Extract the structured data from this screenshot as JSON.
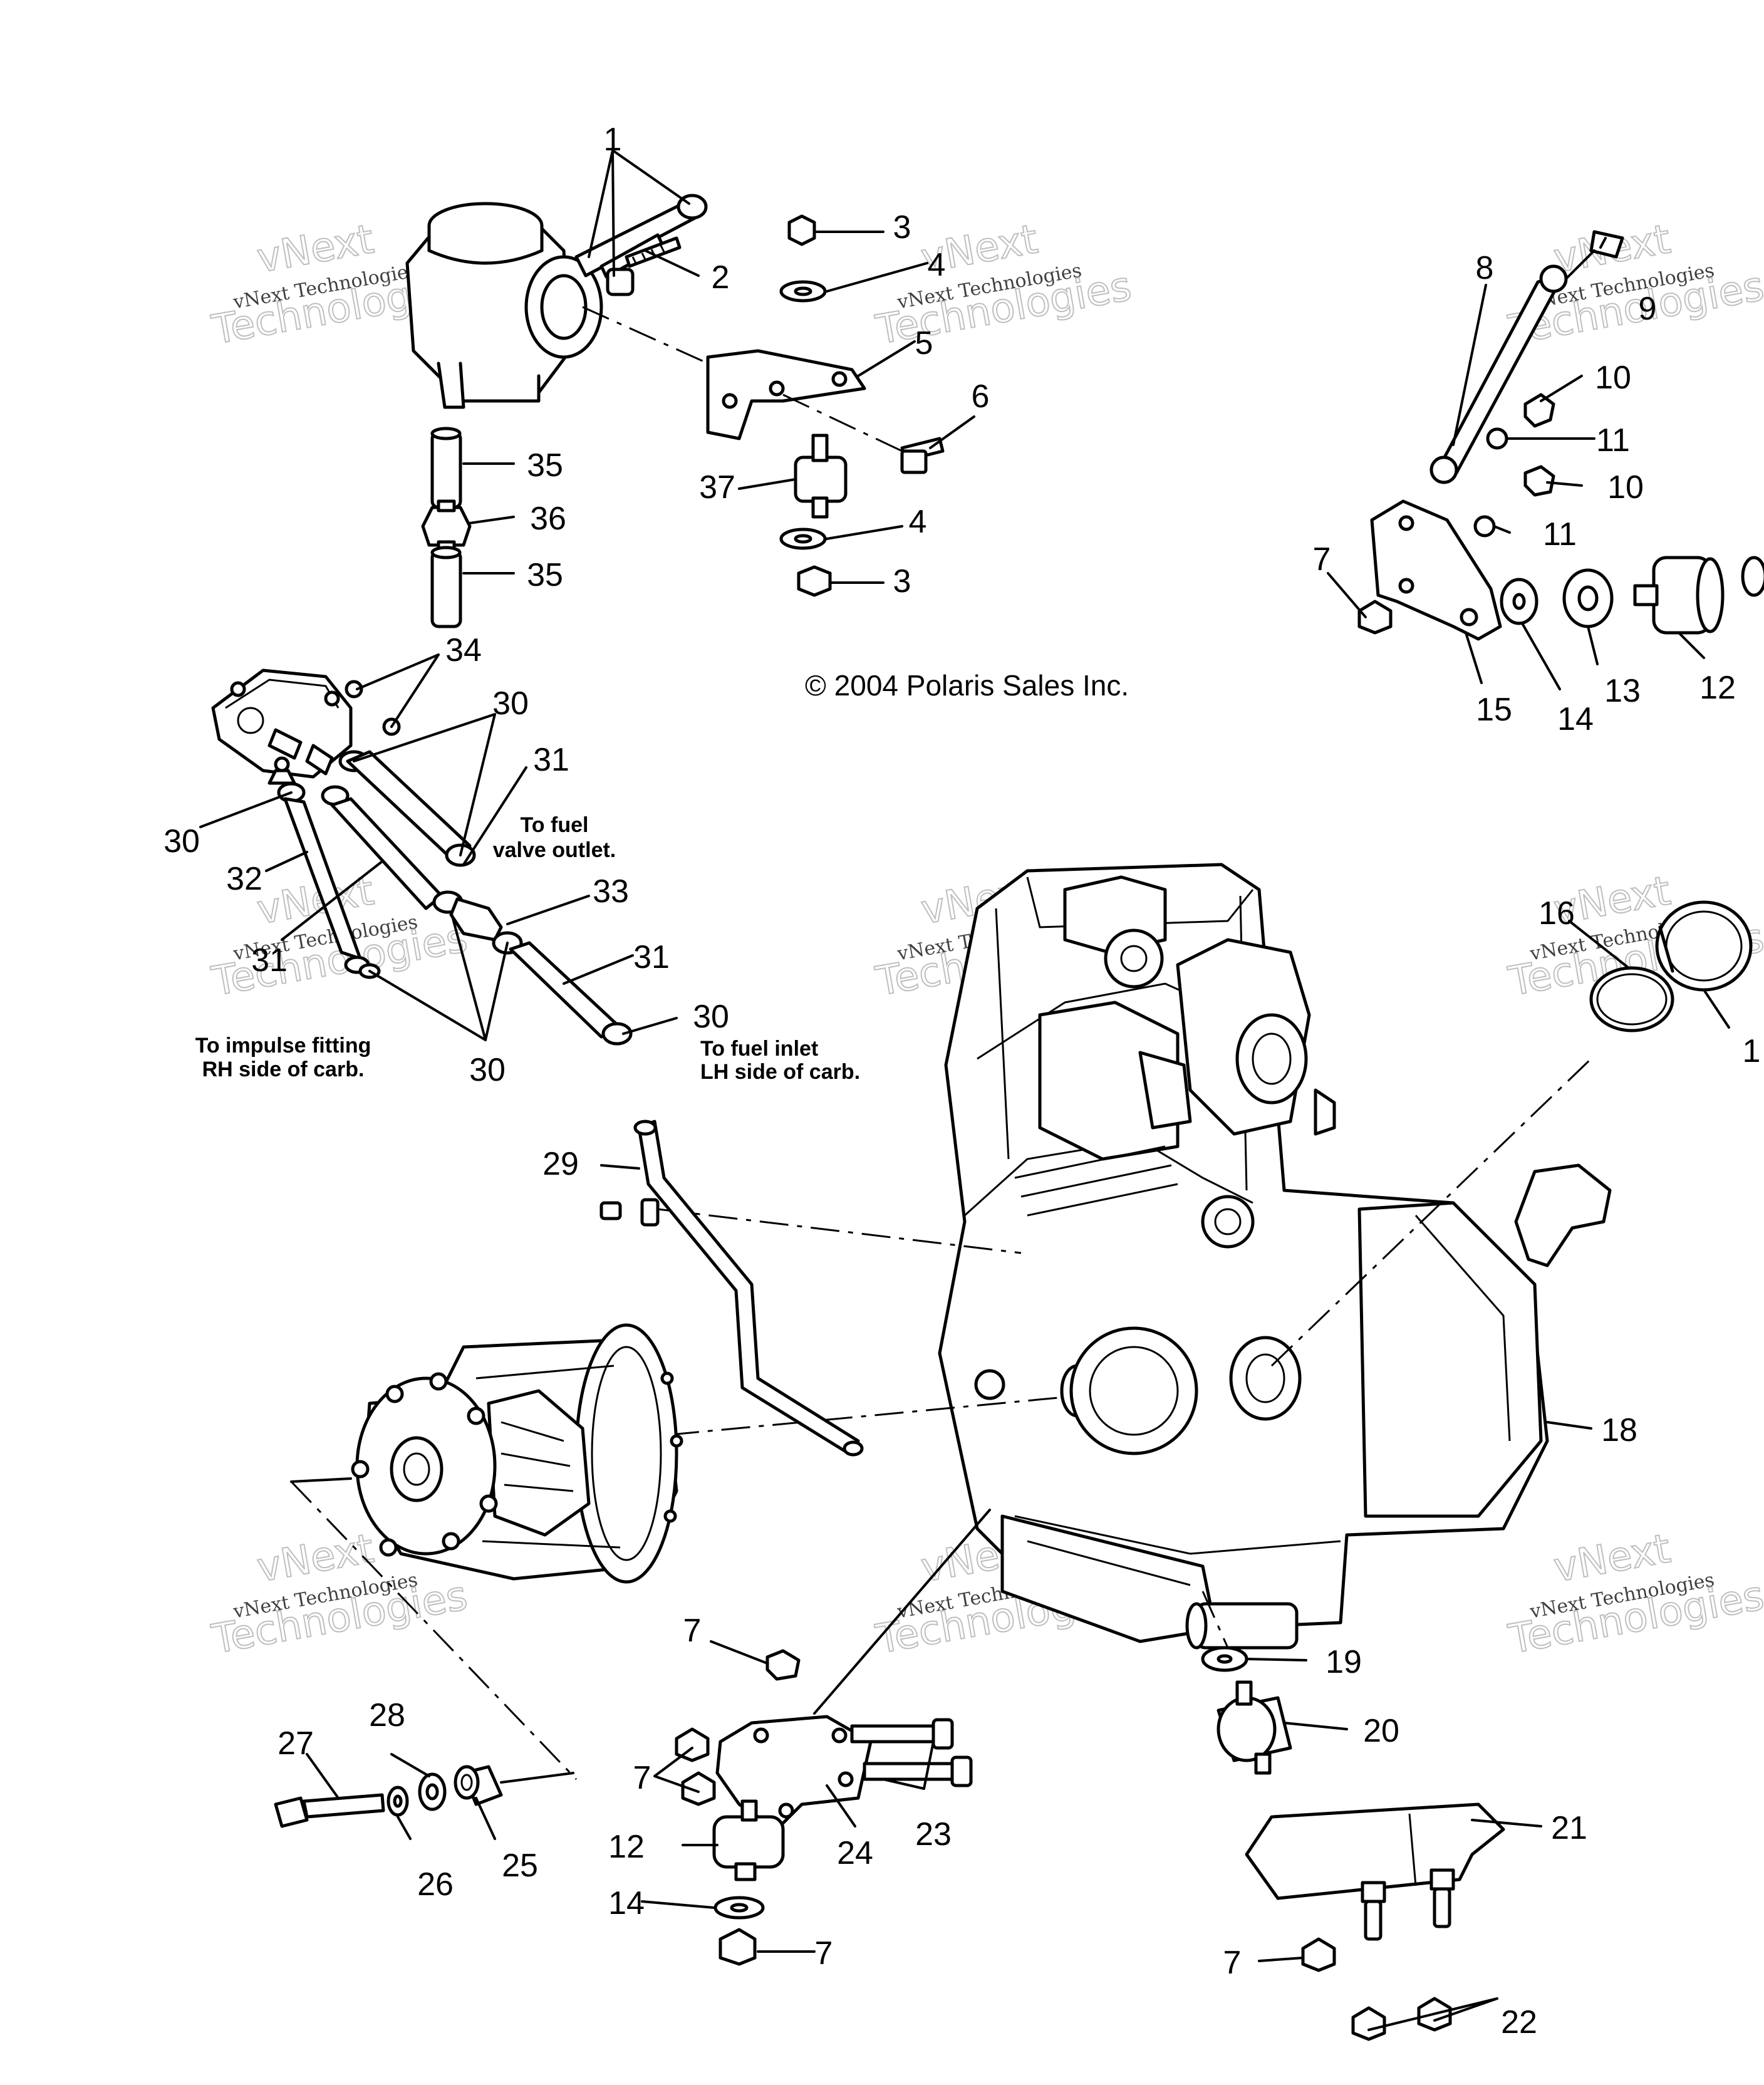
{
  "copyright": "© 2004 Polaris Sales Inc.",
  "watermark": {
    "line1": "vNext",
    "line2": "vNext Technologies",
    "line3": "Technologies"
  },
  "notes": {
    "fuel_valve": [
      "To fuel",
      "valve outlet."
    ],
    "impulse": [
      "To impulse fitting",
      "RH side of carb."
    ],
    "fuel_inlet": [
      "To fuel inlet",
      "LH side of carb."
    ]
  },
  "callouts": [
    {
      "id": "c1a",
      "num": "1"
    },
    {
      "id": "c2",
      "num": "2"
    },
    {
      "id": "c3a",
      "num": "3"
    },
    {
      "id": "c4a",
      "num": "4"
    },
    {
      "id": "c5",
      "num": "5"
    },
    {
      "id": "c6",
      "num": "6"
    },
    {
      "id": "c37",
      "num": "37"
    },
    {
      "id": "c4b",
      "num": "4"
    },
    {
      "id": "c3b",
      "num": "3"
    },
    {
      "id": "c35a",
      "num": "35"
    },
    {
      "id": "c36",
      "num": "36"
    },
    {
      "id": "c35b",
      "num": "35"
    },
    {
      "id": "c8",
      "num": "8"
    },
    {
      "id": "c9",
      "num": "9"
    },
    {
      "id": "c10a",
      "num": "10"
    },
    {
      "id": "c11a",
      "num": "11"
    },
    {
      "id": "c10b",
      "num": "10"
    },
    {
      "id": "c11b",
      "num": "11"
    },
    {
      "id": "c7a",
      "num": "7"
    },
    {
      "id": "c15",
      "num": "15"
    },
    {
      "id": "c14a",
      "num": "14"
    },
    {
      "id": "c13",
      "num": "13"
    },
    {
      "id": "c12a",
      "num": "12"
    },
    {
      "id": "c34",
      "num": "34"
    },
    {
      "id": "c30a",
      "num": "30"
    },
    {
      "id": "c31a",
      "num": "31"
    },
    {
      "id": "c30b",
      "num": "30"
    },
    {
      "id": "c32",
      "num": "32"
    },
    {
      "id": "c33",
      "num": "33"
    },
    {
      "id": "c31b",
      "num": "31"
    },
    {
      "id": "c31c",
      "num": "31"
    },
    {
      "id": "c30c",
      "num": "30"
    },
    {
      "id": "c30d",
      "num": "30"
    },
    {
      "id": "c16",
      "num": "16"
    },
    {
      "id": "c17",
      "num": "1"
    },
    {
      "id": "c29",
      "num": "29"
    },
    {
      "id": "c18",
      "num": "18"
    },
    {
      "id": "c19",
      "num": "19"
    },
    {
      "id": "c20",
      "num": "20"
    },
    {
      "id": "c21",
      "num": "21"
    },
    {
      "id": "c22",
      "num": "22"
    },
    {
      "id": "c7b",
      "num": "7"
    },
    {
      "id": "c7c",
      "num": "7"
    },
    {
      "id": "c12b",
      "num": "12"
    },
    {
      "id": "c14b",
      "num": "14"
    },
    {
      "id": "c7d",
      "num": "7"
    },
    {
      "id": "c24",
      "num": "24"
    },
    {
      "id": "c23",
      "num": "23"
    },
    {
      "id": "c27",
      "num": "27"
    },
    {
      "id": "c28",
      "num": "28"
    },
    {
      "id": "c26",
      "num": "26"
    },
    {
      "id": "c25",
      "num": "25"
    },
    {
      "id": "c7e",
      "num": "7"
    }
  ]
}
